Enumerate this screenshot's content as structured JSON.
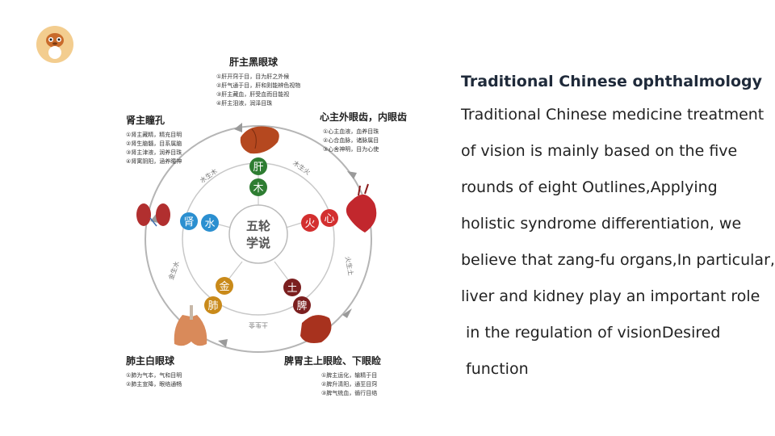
{
  "center_label": {
    "line1": "五轮",
    "line2": "学说"
  },
  "elements": [
    {
      "organ": "肝",
      "element": "木"
    },
    {
      "organ": "心",
      "element": "火"
    },
    {
      "organ": "脾",
      "element": "土"
    },
    {
      "organ": "肺",
      "element": "金"
    },
    {
      "organ": "肾",
      "element": "水"
    }
  ],
  "cycle_labels": [
    "木生火",
    "火生土",
    "土生金",
    "金生水",
    "水生木"
  ],
  "organs": {
    "liver": {
      "title": "肝主黑眼球",
      "lines": [
        "①肝开窍于目，目为肝之外候",
        "②肝气通于目，肝和则能辨色视物",
        "③肝主藏血，肝受血而目能视",
        "④肝主泪液，润泽目珠"
      ]
    },
    "heart": {
      "title": "心主外眼齿，内眼齿",
      "lines": [
        "①心主血液，血养目珠",
        "②心合血脉，诸脉属目",
        "③心舍神明，目为心使"
      ]
    },
    "spleen": {
      "title": "脾胃主上眼睑、下眼睑",
      "lines": [
        "①脾主运化，输精于目",
        "②脾升清阳，通至目窍",
        "③脾气统血，循行目络"
      ]
    },
    "lung": {
      "title": "肺主白眼球",
      "lines": [
        "①肺为气本，气和目明",
        "②肺主宣降，眼络通畅"
      ]
    },
    "kidney": {
      "title": "肾主瞳孔",
      "lines": [
        "①肾主藏精，精充目明",
        "②肾生脑髓，目系属脑",
        "③肾主津液，润养目珠",
        "④肾寓阴阳，涵养瞳神"
      ]
    }
  },
  "colors": {
    "wood": "#2e7d32",
    "fire": "#d32f2f",
    "earth": "#7b1f1f",
    "metal": "#c98a1a",
    "water": "#2b8fd0"
  },
  "text": {
    "heading": "Traditional Chinese ophthalmology",
    "lines": [
      "Traditional Chinese medicine treatment",
      "of vision is mainly based on the five",
      "rounds of eight Outlines,Applying",
      "holistic syndrome differentiation, we",
      "believe that zang-fu organs,In particular,",
      "liver and kidney play an important role",
      " in the regulation of visionDesired",
      " function"
    ]
  }
}
